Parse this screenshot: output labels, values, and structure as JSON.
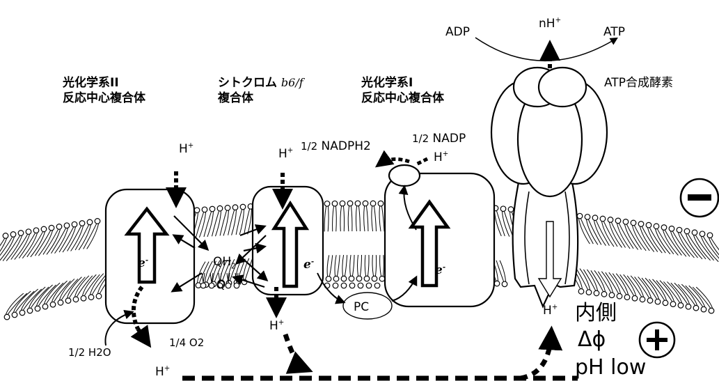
{
  "complexes": {
    "ps2_line1": "光化学系II",
    "ps2_line2": "反応中心複合体",
    "cyt_line1": "シトクロム",
    "cyt_italic": "b6/f",
    "cyt_line2": "複合体",
    "ps1_line1": "光化学系I",
    "ps1_line2": "反応中心複合体",
    "atp_synthase": "ATP合成酵素"
  },
  "atp": {
    "adp": "ADP",
    "atp": "ATP",
    "proton_prefix": "nH"
  },
  "species": {
    "proton": "H",
    "nadph_frac": "1/2",
    "nadph": "NADPH2",
    "nadp_frac": "1/2",
    "nadp": "NADP",
    "qh": "QH",
    "qh_sub": "2",
    "q": "Q",
    "electron": "e",
    "pc": "PC",
    "water": "1/2 H2O",
    "oxygen": "1/4 O2"
  },
  "inner_side": {
    "label": "内側",
    "delta": "Δϕ",
    "ph": "pH  low"
  },
  "signs": {
    "minus": "−",
    "plus": "+"
  }
}
